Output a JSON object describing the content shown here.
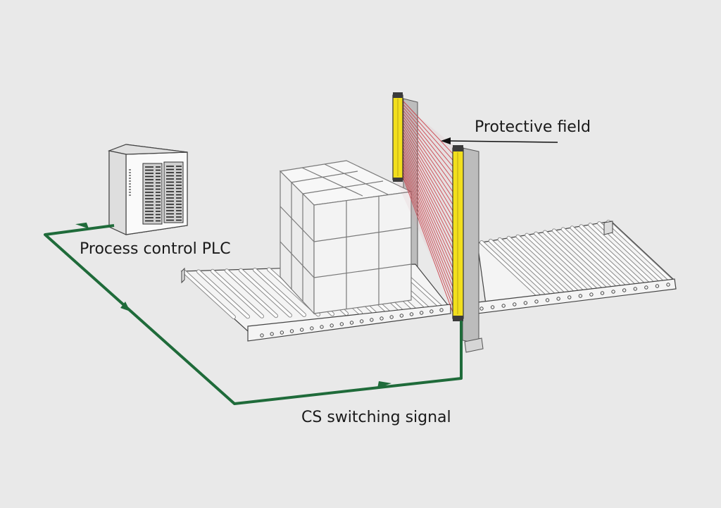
{
  "labels": {
    "protective_field": "Protective field",
    "plc": "Process control PLC",
    "cs_signal": "CS switching signal"
  },
  "colors": {
    "background": "#e9e9e9",
    "signal_line": "#1f6b3a",
    "light_curtain": "#f2df1d",
    "beam": "#c8323c"
  },
  "icons": [
    "plc-cabinet-icon",
    "light-curtain-icon",
    "conveyor-icon",
    "pallet-boxes-icon"
  ]
}
